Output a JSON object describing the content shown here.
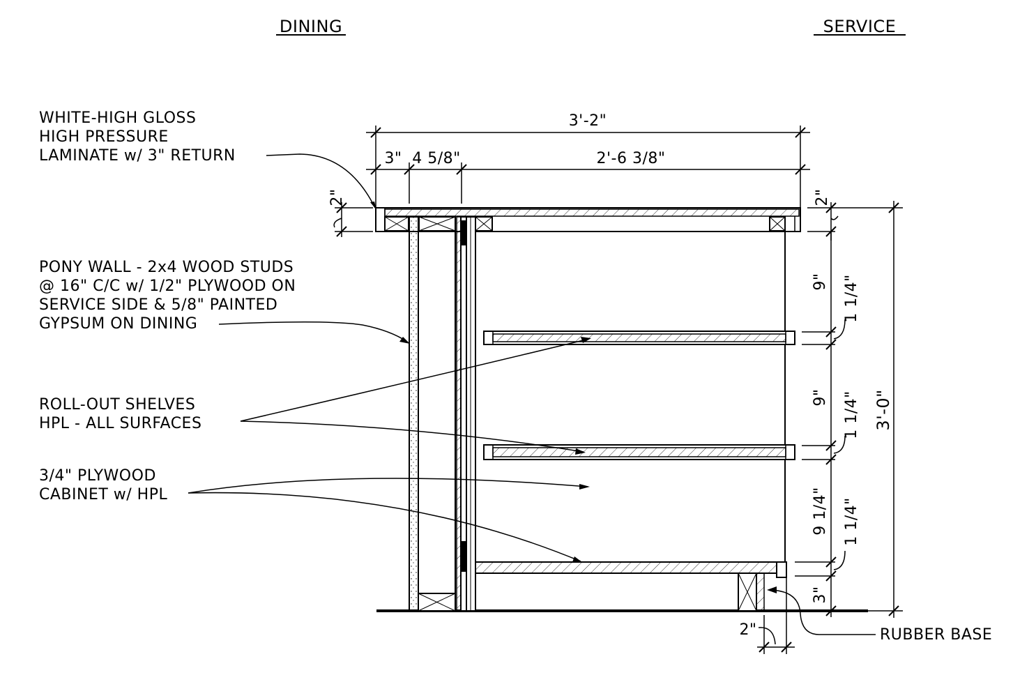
{
  "headings": {
    "dining": "DINING",
    "service": "SERVICE"
  },
  "notes": {
    "laminate": [
      "WHITE-HIGH GLOSS",
      "HIGH PRESSURE",
      "LAMINATE w/ 3\" RETURN"
    ],
    "pony_wall": [
      "PONY WALL - 2x4 WOOD STUDS",
      "@ 16\" C/C w/ 1/2\" PLYWOOD ON",
      "SERVICE SIDE & 5/8\" PAINTED",
      "GYPSUM ON DINING"
    ],
    "shelves": [
      "ROLL-OUT SHELVES",
      "HPL - ALL SURFACES"
    ],
    "cabinet": [
      "3/4\" PLYWOOD",
      "CABINET w/ HPL"
    ],
    "rubber_base": "RUBBER BASE"
  },
  "dimensions": {
    "overall_width": "3'-2\"",
    "seg_return": "3\"",
    "seg_wall": "4 5/8\"",
    "seg_cabinet": "2'-6 3/8\"",
    "top_left": "2\"",
    "top_right": "2\"",
    "shelf_gap_1": "9\"",
    "shelf_gap_2": "9\"",
    "shelf_gap_3": "9 1/4\"",
    "shelf_thk_1": "1 1/4\"",
    "shelf_thk_2": "1 1/4\"",
    "shelf_thk_3": "1 1/4\"",
    "toe_kick": "3\"",
    "overall_height": "3'-0\"",
    "base_setback": "2\""
  }
}
